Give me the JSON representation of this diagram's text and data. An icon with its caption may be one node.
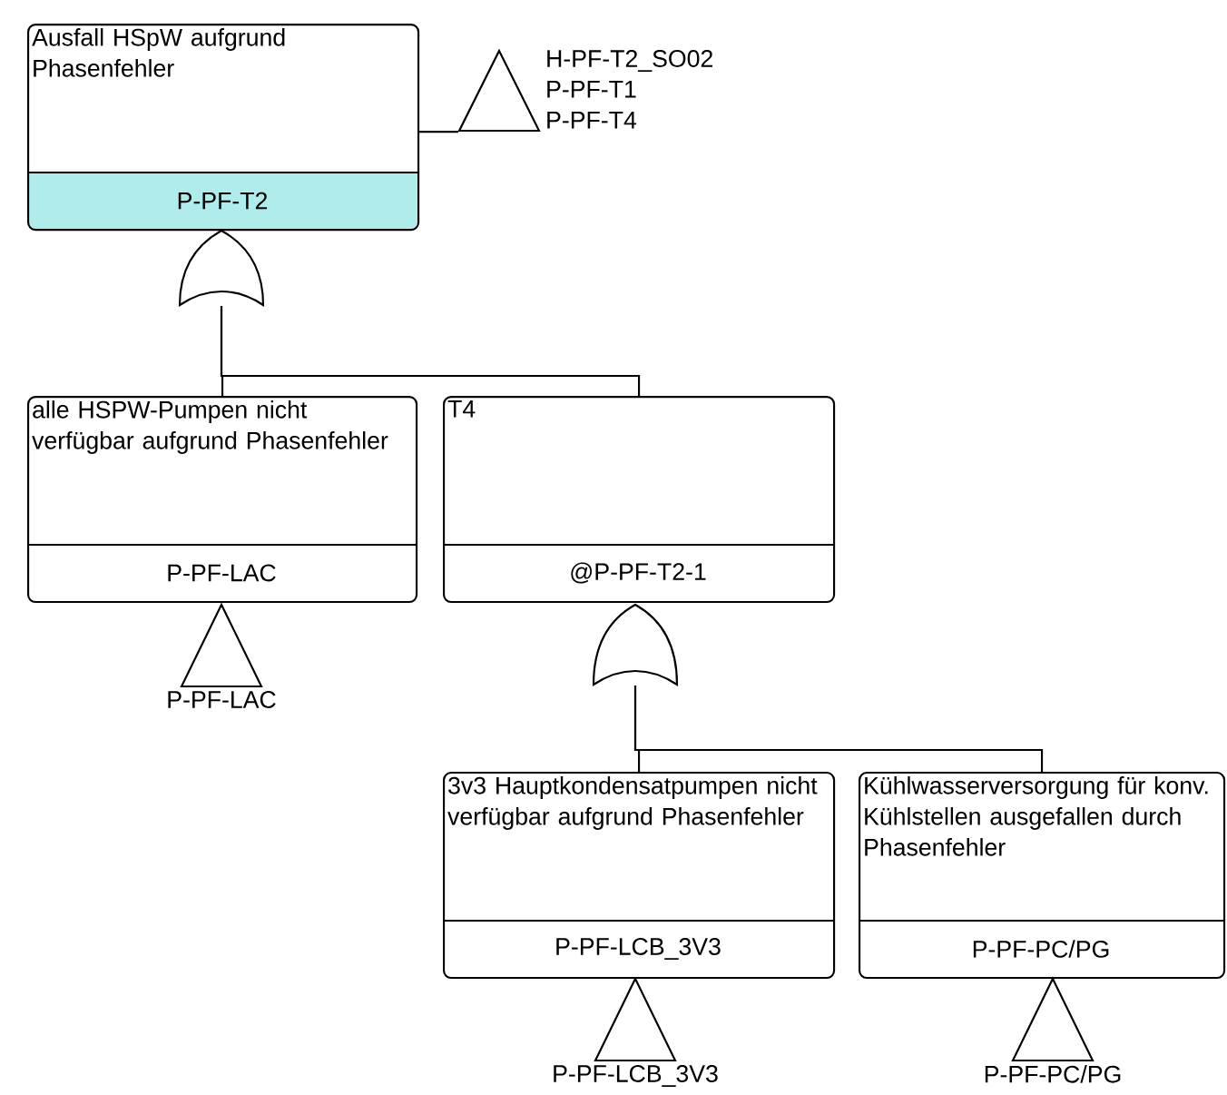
{
  "diagram": {
    "nodes": [
      {
        "text": [
          "Ausfall HSpW aufgrund Phasenfehler",
          "P-PF-T2"
        ]
      },
      {
        "text": [],
        "shape": "gate"
      },
      {
        "text": [
          "alle HSPW-Pumpen nicht verfügbar aufgrund Phasenfehler",
          "P-PF-LAC"
        ]
      },
      {
        "text": [
          "T4",
          "@P-PF-T2-1"
        ]
      },
      {
        "text": [],
        "shape": "gate"
      },
      {
        "text": [
          "3v3 Hauptkondensatpumpen nicht verfügbar aufgrund Phasenfehler",
          "P-PF-LCB_3V3"
        ]
      },
      {
        "text": [
          "Kühlwasserversorgung für konv. Kühlstellen ausgefallen durch Phasenfehler",
          "P-PF-PC/PG"
        ]
      },
      {
        "text": [],
        "shape": "triangle",
        "beside": [
          "H-PF-T2_SO02",
          "P-PF-T1",
          "P-PF-T4"
        ]
      },
      {
        "text": [],
        "shape": "triangle",
        "beside": [
          "P-PF-LAC"
        ]
      },
      {
        "text": [],
        "shape": "triangle",
        "beside": [
          "P-PF-LCB_3V3"
        ]
      },
      {
        "text": [],
        "shape": "triangle",
        "beside": [
          "P-PF-PC/PG"
        ]
      }
    ],
    "edges": [
      {
        "from": 1,
        "to": 2,
        "arrow": "none"
      },
      {
        "from": 1,
        "to": 3,
        "arrow": "none"
      },
      {
        "from": 4,
        "to": 5,
        "arrow": "none"
      },
      {
        "from": 4,
        "to": 6,
        "arrow": "none"
      },
      {
        "from": 0,
        "to": 7,
        "arrow": "none"
      }
    ]
  }
}
